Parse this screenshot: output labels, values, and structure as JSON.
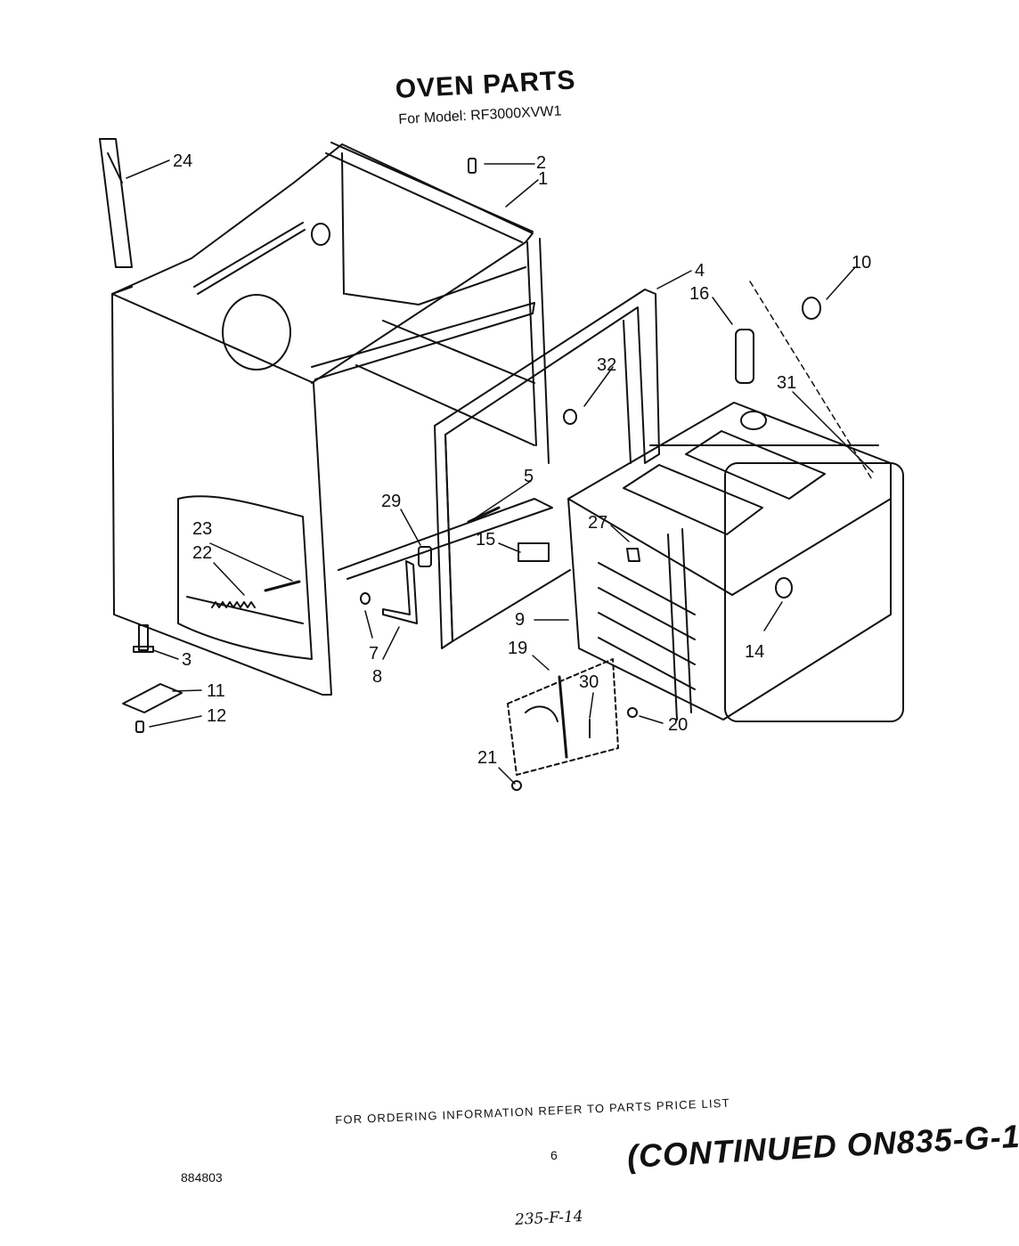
{
  "header": {
    "title": "OVEN PARTS",
    "subtitle": "For Model: RF3000XVW1"
  },
  "callouts": [
    "24",
    "2",
    "1",
    "4",
    "10",
    "16",
    "32",
    "31",
    "5",
    "29",
    "15",
    "27",
    "23",
    "22",
    "7",
    "8",
    "9",
    "19",
    "30",
    "14",
    "3",
    "11",
    "12",
    "20",
    "21"
  ],
  "footer": {
    "ordering_note": "FOR ORDERING INFORMATION REFER TO PARTS PRICE LIST",
    "page_number": "6",
    "continued_note": "(CONTINUED ON835-G-1,",
    "document_code": "884803",
    "handwritten_code": "235-F-14"
  }
}
